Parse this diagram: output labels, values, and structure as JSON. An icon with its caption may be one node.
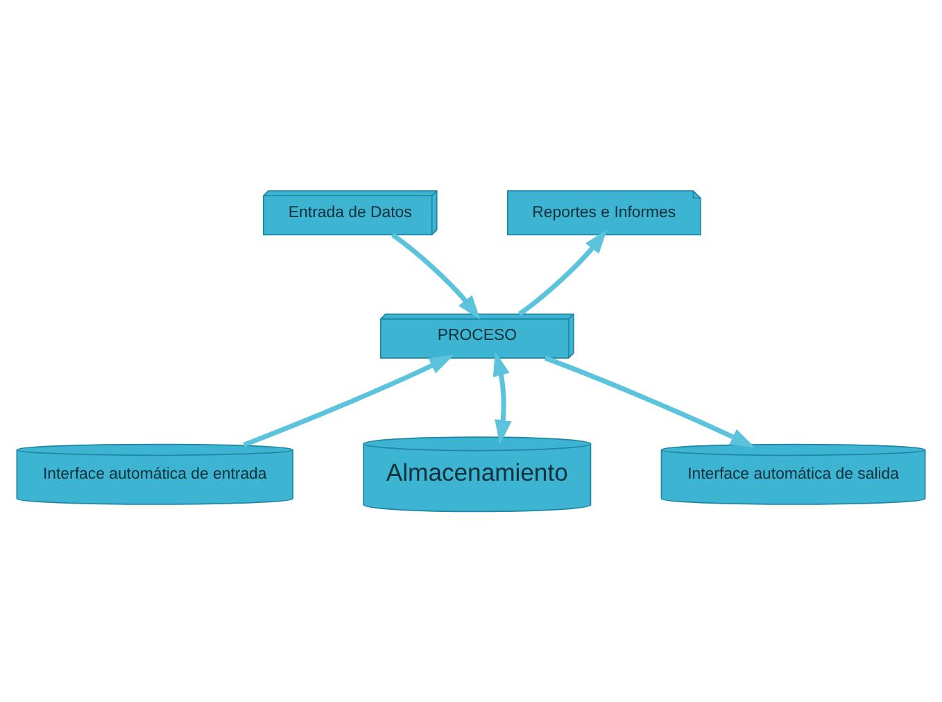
{
  "diagram": {
    "nodes": [
      {
        "text": [
          "Entrada de Datos"
        ]
      },
      {
        "text": [
          "PROCESO"
        ]
      },
      {
        "text": [
          "Reportes e Informes"
        ]
      },
      {
        "text": [
          "Interface automática de entrada"
        ]
      },
      {
        "text": [
          "Almacenamiento"
        ]
      },
      {
        "text": [
          "Interface automática de salida"
        ]
      }
    ],
    "edges": [
      {
        "from": 0,
        "to": 1,
        "arrow": "to"
      },
      {
        "from": 3,
        "to": 1,
        "arrow": "to"
      },
      {
        "from": 1,
        "to": 2,
        "arrow": "to"
      },
      {
        "from": 1,
        "to": 4,
        "arrow": "both"
      },
      {
        "from": 1,
        "to": 5,
        "arrow": "to"
      }
    ]
  }
}
